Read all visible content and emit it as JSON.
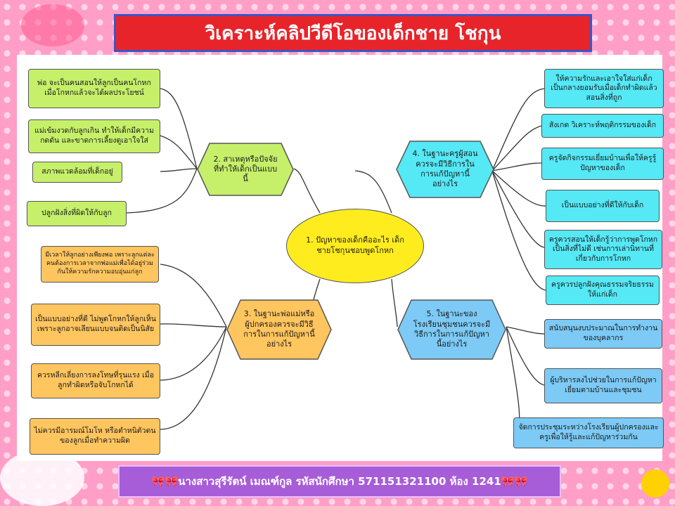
{
  "title": "วิเคราะห์คลิปวีดีโอของเด็กชาย โชกุน",
  "footer": "🎀🎀นางสาวสุรีรัตน์ เมณฑ์กูล รหัสนักศึกษา 571151321100 ห้อง 1241🎀🎀",
  "center": "1. ปัญหาของเด็กคืออะไร เด็กชายโชกุนชอบพูดโกหก",
  "branches": {
    "causes": {
      "label": "2. สาเหตุหรือปัจจัยที่ทำให้เด็กเป็นแบบนี้",
      "items": [
        "พ่อ จะเป็นคนสอนให้ลูกเป็นคนโกหก เมื่อโกหกแล้วจะได้ผลประโยชน์",
        "แม่เข้มงวดกับลูกเกิน ทำให้เด็กมีความกดดัน และขาดการเลี้ยงดูเอาใจใส่",
        "สภาพแวดล้อมที่เด็กอยู่",
        "ปลูกฝังสิ่งที่ผิดให้กับลูก"
      ]
    },
    "parents": {
      "label": "3. ในฐานะพ่อแม่หรือผู้ปกครองควรจะมีวิธีการในการแก้ปัญหานี้อย่างไร",
      "items": [
        "มีเวลาให้ลูกอย่างเพียงพอ เพราะลูกแต่ละคนต้องการเวลาจากพ่อแม่เพื่อได้อยู่ร่วมกันให้ความรักความอบอุ่นแก่ลูก",
        "เป็นแบบอย่างที่ดี ไม่พูดโกหกให้ลูกเห็น เพราะลูกอาจเลียนแบบจนติดเป็นนิสัย",
        "ควรหลีกเลี่ยงการลงโทษที่รุนแรง เมื่อลูกทำผิดหรือจับโกหกได้",
        "ไม่ควรมีอารมณ์โมโห หรือตำหนิตัวตนของลูกเมื่อทำความผิด"
      ]
    },
    "teachers": {
      "label": "4. ในฐานะครูผู้สอนควรจะมีวิธีการในการแก้ปัญหานี้อย่างไร",
      "items": [
        "ให้ความรักและเอาใจใส่แก่เด็ก เป็นกลางยอมรับเมื่อเด็กทำผิดแล้วสอนสิ่งที่ถูก",
        "สังเกต วิเคราะห์พฤติกรรมของเด็ก",
        "ครูจัดกิจกรรมเยี่ยมบ้านเพื่อให้ครูรู้ปัญหาของเด็ก",
        "เป็นแบบอย่างที่ดีให้กับเด็ก",
        "ครูควรสอนให้เด็กรู้ว่าการพูดโกหกเป็นสิ่งที่ไม่ดี เช่นการเล่านิทานที่เกี่ยวกับการโกหก",
        "ครูควรปลูกฝังคุณธรรมจริยธรรมให้แก่เด็ก"
      ]
    },
    "school": {
      "label": "5. ในฐานะของโรงเรียนชุมชนควรจะมีวิธีการในการแก้ปัญหานี้อย่างไร",
      "items": [
        "สนับสนุนงบประมาณในการทำงานของบุคลากร",
        "ผู้บริหารลงไปช่วยในการแก้ปัญหาเยี่ยมตามบ้านและชุมชน",
        "จัดการประชุมระหว่างโรงเรียนผู้ปกครองและครูเพื่อให้รู้และแก้ปัญหาร่วมกัน"
      ]
    }
  },
  "colors": {
    "title_bg": "#e8242b",
    "footer_bg": "#a75cd8",
    "center": "#ffec1f",
    "causes": "#c6f06a",
    "parents": "#ffc55e",
    "teachers": "#55e8f5",
    "school": "#7ccaf5"
  }
}
